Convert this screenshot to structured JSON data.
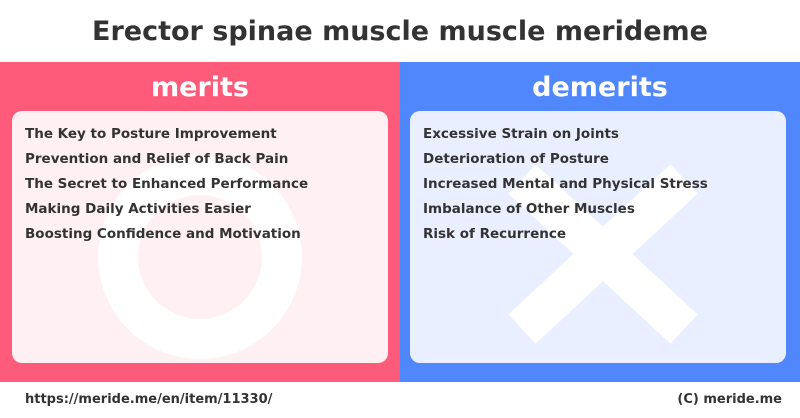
{
  "title": "Erector spinae muscle muscle merideme",
  "merits": {
    "heading": "merits",
    "color": "#fe5b7a",
    "card_color": "#fff0f3",
    "watermark_icon": "circle-icon",
    "items": [
      "The Key to Posture Improvement",
      "Prevention and Relief of Back Pain",
      "The Secret to Enhanced Performance",
      "Making Daily Activities Easier",
      "Boosting Confidence and Motivation"
    ]
  },
  "demerits": {
    "heading": "demerits",
    "color": "#5187fd",
    "card_color": "#e9efff",
    "watermark_icon": "cross-icon",
    "items": [
      "Excessive Strain on Joints",
      "Deterioration of Posture",
      "Increased Mental and Physical Stress",
      "Imbalance of Other Muscles",
      "Risk of Recurrence"
    ]
  },
  "footer": {
    "url": "https://meride.me/en/item/11330/",
    "copyright": "(C) meride.me"
  }
}
